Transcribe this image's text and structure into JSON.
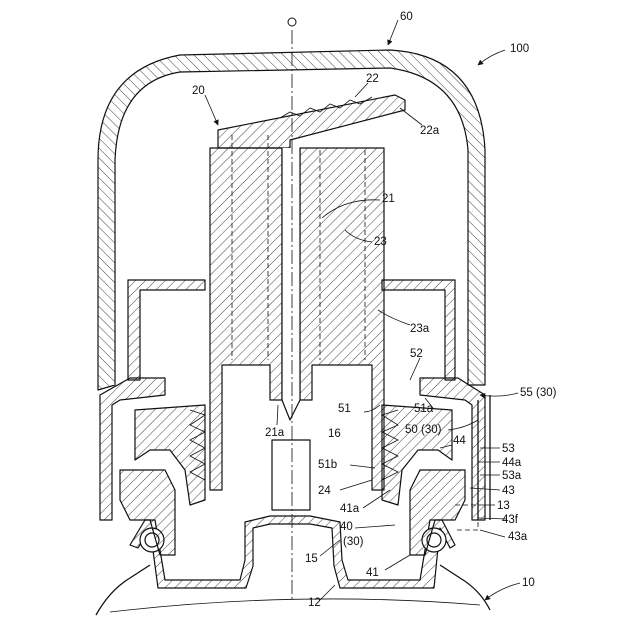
{
  "figure": {
    "labels": {
      "origin_symbol": "○",
      "l60": "60",
      "l100": "100",
      "l20": "20",
      "l22": "22",
      "l22a": "22a",
      "l21": "21",
      "l23": "23",
      "l23a": "23a",
      "l52": "52",
      "l55": "55 (30)",
      "l51": "51",
      "l51a": "51a",
      "l21a": "21a",
      "l16": "16",
      "l50": "50 (30)",
      "l44": "44",
      "l53": "53",
      "l44a": "44a",
      "l51b": "51b",
      "l53a": "53a",
      "l24": "24",
      "l43": "43",
      "l41a": "41a",
      "l13": "13",
      "l43f": "43f",
      "l40": "40",
      "l30": "(30)",
      "l43a": "43a",
      "l15": "15",
      "l41": "41",
      "l10": "10",
      "l12": "12"
    }
  }
}
